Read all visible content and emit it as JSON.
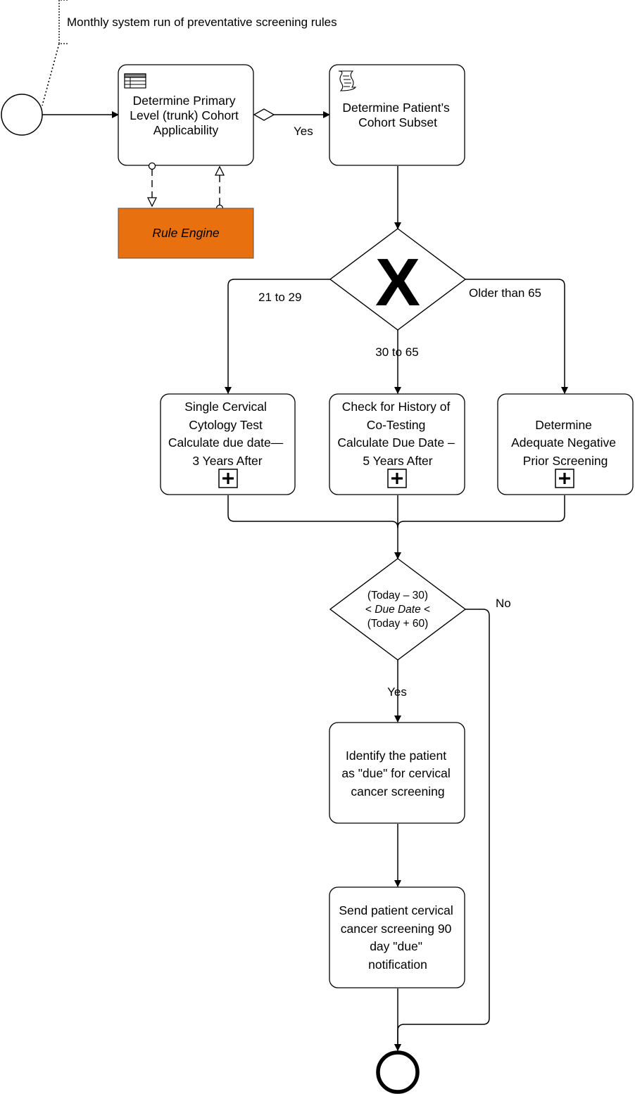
{
  "annotation": "Monthly system run of preventative screening rules",
  "tasks": {
    "primary": [
      "Determine Primary",
      "Level (trunk) Cohort",
      "Applicability"
    ],
    "subset": [
      "Determine Patient’s",
      "Cohort Subset"
    ],
    "rule_engine": "Rule Engine",
    "single": [
      "Single Cervical",
      "Cytology Test",
      "Calculate due date—",
      "3 Years After"
    ],
    "cotest": [
      "Check for History of",
      "Co-Testing",
      "Calculate Due Date –",
      "5 Years After"
    ],
    "adequate": [
      "Determine",
      "Adequate Negative",
      "Prior Screening"
    ],
    "identify": [
      "Identify the patient",
      "as \"due\" for cervical",
      "cancer screening"
    ],
    "send": [
      "Send patient cervical",
      "cancer screening 90",
      "day \"due\"",
      "notification"
    ]
  },
  "gateway": {
    "symbol": "X",
    "branch_left": "21 to 29",
    "branch_mid": "30 to 65",
    "branch_right": "Older than 65"
  },
  "decision": {
    "line1": "(Today – 30)",
    "line2_pre": "< ",
    "line2_em": "Due Date",
    "line2_post": " <",
    "line3": "(Today + 60)"
  },
  "flow_labels": {
    "yes_top": "Yes",
    "yes_decision": "Yes",
    "no_decision": "No"
  },
  "colors": {
    "rule_engine_fill": "#E8700E",
    "stroke": "#000000"
  },
  "icons": {
    "primary_task": "business-rule-table-icon",
    "subset_task": "script-icon",
    "subprocess_marker": "plus-icon"
  }
}
